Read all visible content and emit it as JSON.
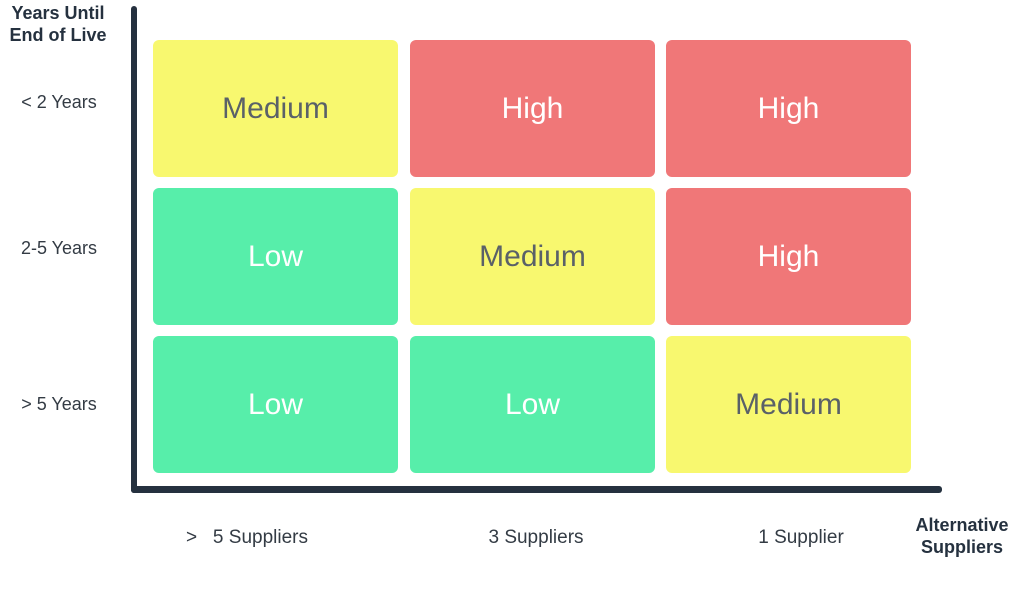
{
  "y_axis": {
    "title": "Years Until End of Live",
    "ticks": [
      "< 2 Years",
      "2-5 Years",
      "> 5 Years"
    ]
  },
  "x_axis": {
    "title": "Alternative Suppliers",
    "ticks": [
      ">   5 Suppliers",
      "3 Suppliers",
      "1 Supplier"
    ]
  },
  "matrix": {
    "rows": [
      [
        "Medium",
        "High",
        "High"
      ],
      [
        "Low",
        "Medium",
        "High"
      ],
      [
        "Low",
        "Low",
        "Medium"
      ]
    ]
  },
  "colors": {
    "Low": "#57eeaa",
    "Medium": "#f8f86f",
    "High": "#f07778",
    "axis": "#25313f"
  }
}
